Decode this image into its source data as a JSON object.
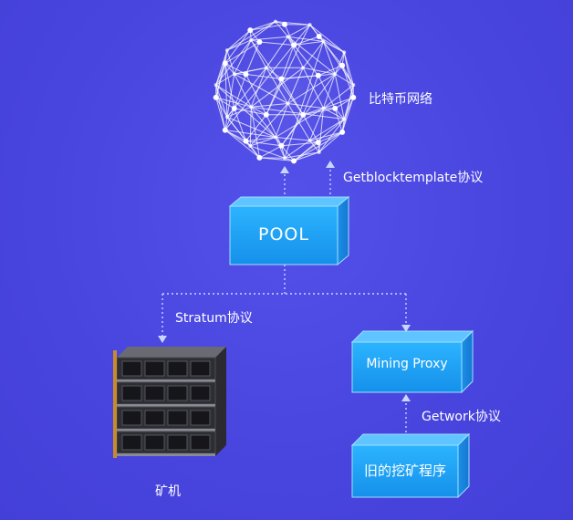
{
  "nodes": {
    "network": {
      "label": "比特币网络",
      "icon": "network-globe-icon"
    },
    "pool": {
      "label": "POOL"
    },
    "proxy": {
      "label": "Mining Proxy"
    },
    "legacy": {
      "label": "旧的挖矿程序"
    },
    "miner": {
      "label": "矿机",
      "icon": "mining-rig-icon"
    }
  },
  "edges": {
    "getblocktemplate": {
      "label": "Getblocktemplate协议"
    },
    "stratum": {
      "label": "Stratum协议"
    },
    "getwork": {
      "label": "Getwork协议"
    }
  },
  "colors": {
    "background": "#4a46e0",
    "box_fill": "#1ea0f5",
    "box_edge": "#7fd4ff",
    "connector": "#c9d6ff",
    "text": "#ffffff"
  }
}
